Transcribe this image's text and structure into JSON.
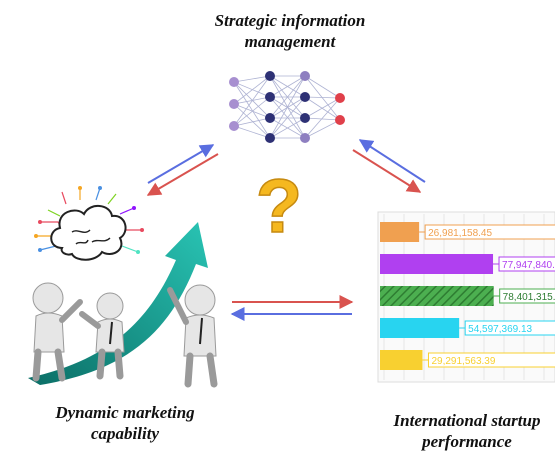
{
  "nodes": {
    "strategic": {
      "line1": "Strategic information",
      "line2": "management"
    },
    "dynamic": {
      "line1": "Dynamic marketing",
      "line2": "capability"
    },
    "international": {
      "line1": "International startup",
      "line2": "performance"
    }
  },
  "center_symbol": "?",
  "chart_data": {
    "type": "bar",
    "orientation": "horizontal",
    "values": [
      26981158.45,
      77947840,
      78401315,
      54597369.13,
      29291563.39
    ],
    "labels": [
      "26,981,158.45",
      "77,947,840.",
      "78,401,315.",
      "54,597,369.13",
      "29,291,563.39"
    ],
    "colors": [
      "#f0a050",
      "#b040f0",
      "#4caf50",
      "#28d4f0",
      "#f8d030"
    ]
  },
  "colors": {
    "arrow_red": "#d9534f",
    "arrow_blue": "#5a6ee0",
    "question": "#f5b820",
    "growth_arrow": "#1aa39a"
  }
}
